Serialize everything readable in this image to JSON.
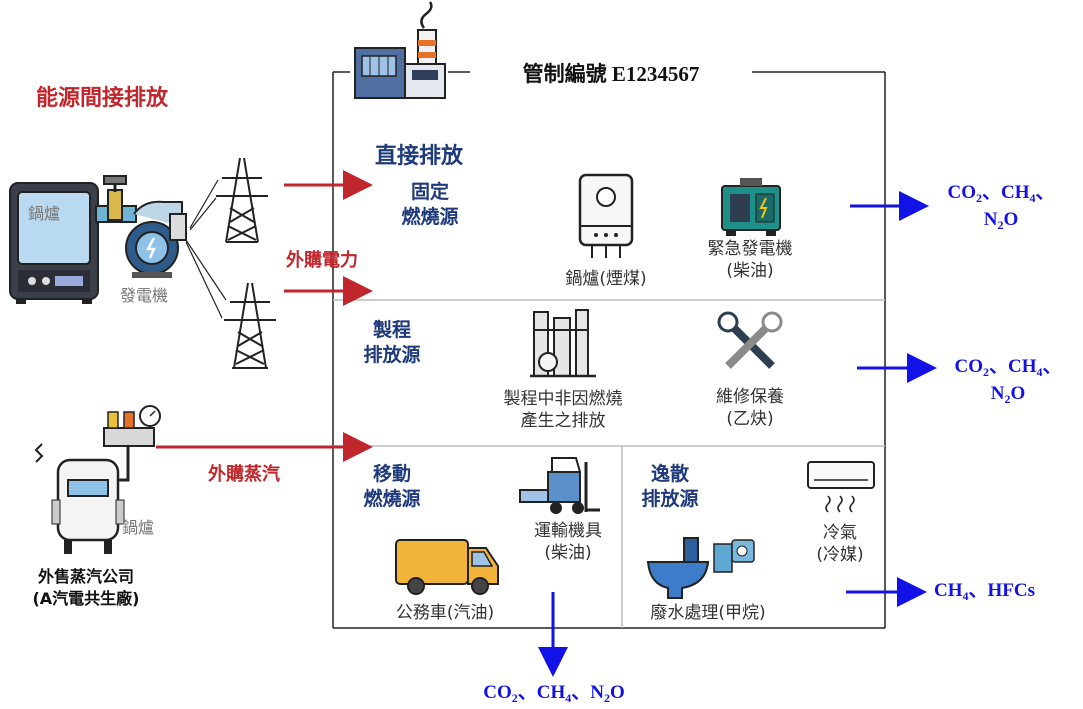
{
  "control_no": "管制編號 E1234567",
  "indirect_title": "能源間接排放",
  "purchased_power": "外購電力",
  "purchased_steam": "外購蒸汽",
  "boiler_left": "鍋爐",
  "generator_left": "發電機",
  "steam_company_boiler": "鍋爐",
  "steam_company_line1": "外售蒸汽公司",
  "steam_company_line2": "(A汽電共生廠)",
  "direct_title": "直接排放",
  "stationary": {
    "line1": "固定",
    "line2": "燃燒源",
    "boiler_label_1": "鍋爐(煙煤)",
    "generator_label_1": "緊急發電機",
    "generator_label_2": "(柴油)"
  },
  "process": {
    "line1": "製程",
    "line2": "排放源",
    "nc_label_1": "製程中非因燃燒",
    "nc_label_2": "產生之排放",
    "maint_label_1": "維修保養",
    "maint_label_2": "(乙炔)"
  },
  "mobile": {
    "line1": "移動",
    "line2": "燃燒源",
    "forklift_1": "運輸機具",
    "forklift_2": "(柴油)",
    "van": "公務車(汽油)"
  },
  "fugitive": {
    "line1": "逸散",
    "line2": "排放源",
    "ac_1": "冷氣",
    "ac_2": "(冷媒)",
    "wastewater": "廢水處理(甲烷)"
  },
  "emissions": {
    "stationary": {
      "a": "CO",
      "a_sub": "2",
      "b": "、CH",
      "b_sub": "4",
      "c": "、",
      "d": "N",
      "d_sub": "2",
      "e": "O"
    },
    "process": {
      "a": "CO",
      "a_sub": "2",
      "b": "、CH",
      "b_sub": "4",
      "c": "、",
      "d": "N",
      "d_sub": "2",
      "e": "O"
    },
    "fugitive": {
      "a": "CH",
      "a_sub": "4",
      "b": "、HFCs"
    },
    "mobile": {
      "a": "CO",
      "a_sub": "2",
      "b": "、CH",
      "b_sub": "4",
      "c": "、N",
      "c_sub": "2",
      "d": "O"
    }
  },
  "colors": {
    "red_arrow": "#c0272d",
    "blue_arrow": "#1212e6",
    "navy_text": "#1f3a7a"
  }
}
